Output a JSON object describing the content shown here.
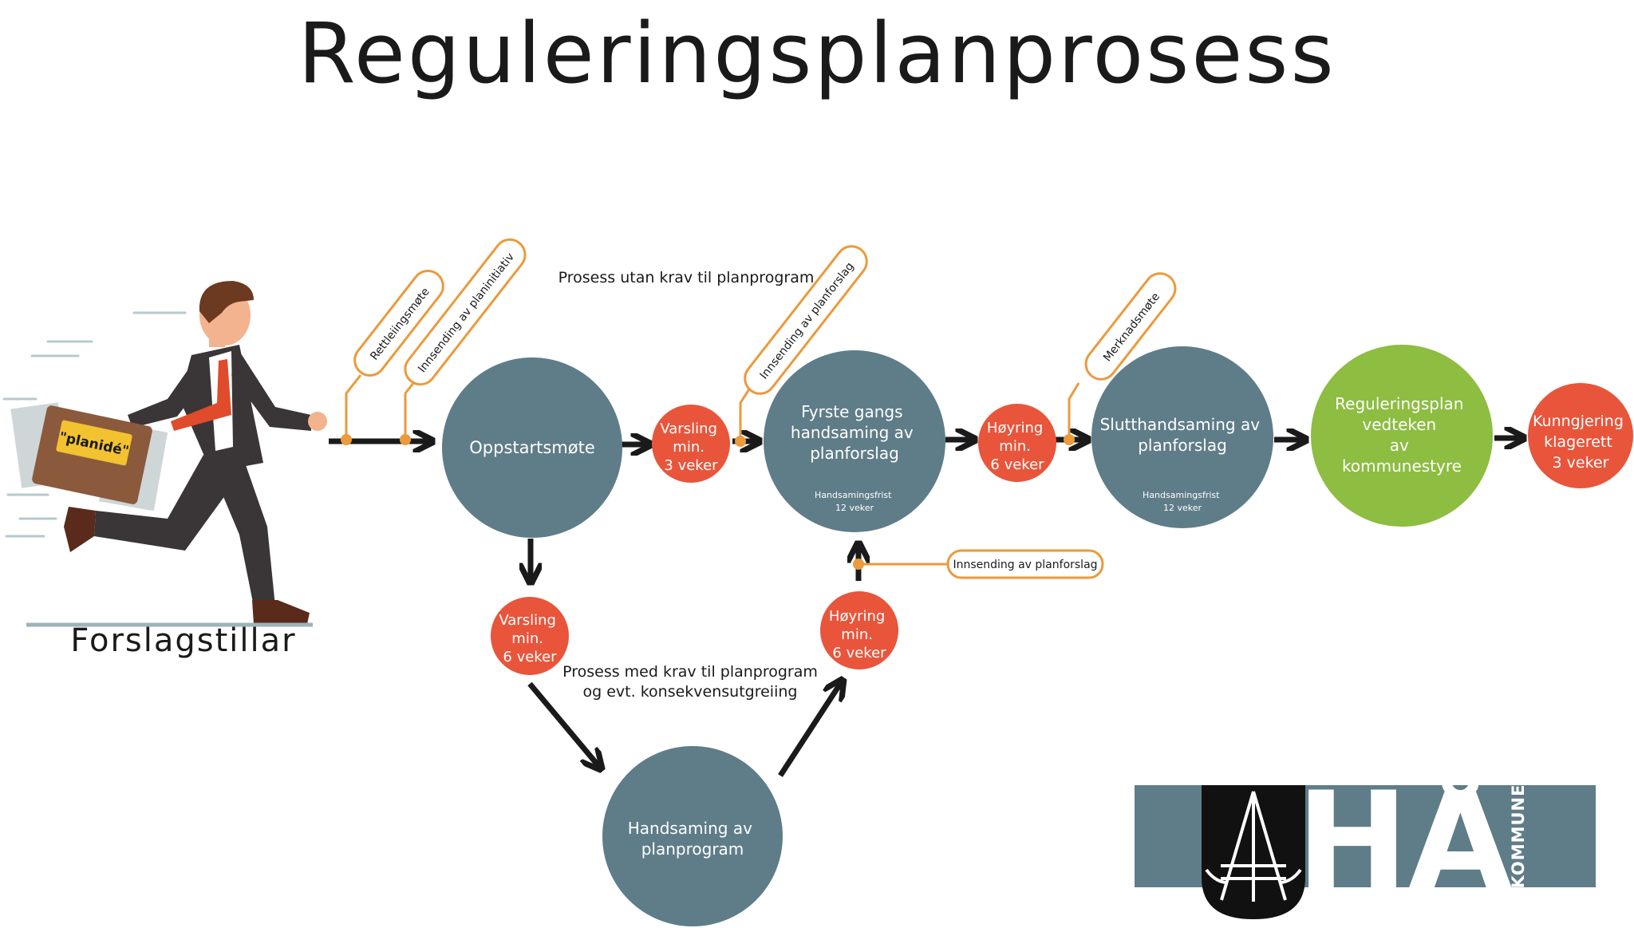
{
  "title": "Reguleringsplanprosess",
  "person_label": "Forslagstillar",
  "briefcase_label": "\"planidé\"",
  "notes": {
    "top": "Prosess utan krav til planprogram",
    "mid": [
      "Prosess med krav til planprogram",
      "og evt. konsekvensutgreiing"
    ]
  },
  "circles": {
    "oppstart": {
      "lines": [
        "Oppstartsmøte"
      ]
    },
    "varsling1": {
      "lines": [
        "Varsling",
        "min.",
        "3 veker"
      ]
    },
    "fyrste": {
      "lines": [
        "Fyrste gangs",
        "handsaming av",
        "planforslag"
      ],
      "sub": [
        "Handsamingsfrist",
        "12 veker"
      ]
    },
    "hoyring1": {
      "lines": [
        "Høyring",
        "min.",
        "6 veker"
      ]
    },
    "slutt": {
      "lines": [
        "Slutthandsaming av",
        "planforslag"
      ],
      "sub": [
        "Handsamingsfrist",
        "12 veker"
      ]
    },
    "vedtak": {
      "lines": [
        "Reguleringsplan",
        "vedteken",
        "av",
        "kommunestyre"
      ]
    },
    "kunngjering": {
      "lines": [
        "Kunngjering",
        "klagerett",
        "3 veker"
      ]
    },
    "varsling2": {
      "lines": [
        "Varsling",
        "min.",
        "6 veker"
      ]
    },
    "planprogram": {
      "lines": [
        "Handsaming av",
        "planprogram"
      ]
    },
    "hoyring2": {
      "lines": [
        "Høyring",
        "min.",
        "6 veker"
      ]
    }
  },
  "pills": {
    "rettleiing": "Rettleiingsmøte",
    "innsending_initiativ": "Innsending av planinitiativ",
    "innsending_forslag": "Innsending av planforslag",
    "merknad": "Merknadsmøte",
    "innsending_forslag2": "Innsending av planforslag"
  },
  "logo": {
    "text": "HÅ",
    "sub": "KOMMUNE"
  },
  "colors": {
    "teal": "#5f7d88",
    "orange": "#e8553b",
    "green": "#8dbd41",
    "pill_border": "#eb9a3c",
    "dot": "#eb9a3c",
    "arrow": "#1a1a1a",
    "logo_bar": "#5f7d88",
    "suit": "#3a3536",
    "shirt": "#ffffff",
    "tie": "#e04b2b",
    "skin": "#f3b38f",
    "hair": "#6b3a20",
    "briefcase": "#8b5a3c",
    "briefcase_tag": "#f2c230"
  }
}
